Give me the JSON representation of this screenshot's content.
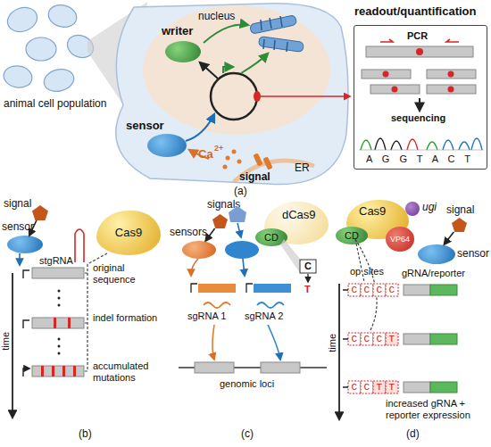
{
  "diagram": {
    "nodes": [
      {
        "text": [
          "nucleus"
        ]
      },
      {
        "text": [
          "writer"
        ],
        "in": 0
      },
      {
        "text": [
          "sensor"
        ]
      },
      {
        "text": [
          "readout/quantification"
        ]
      },
      {
        "text": [
          "signal"
        ]
      },
      {
        "text": [
          "sensor"
        ]
      },
      {
        "text": [
          "Cas9"
        ]
      },
      {
        "text": [
          "signals"
        ]
      },
      {
        "text": [
          "sensors"
        ]
      },
      {
        "text": [
          "dCas9"
        ]
      },
      {
        "text": [
          "CD"
        ],
        "in": 9
      },
      {
        "text": [
          "Cas9"
        ]
      },
      {
        "text": [
          "CD"
        ],
        "in": 11
      },
      {
        "text": [
          "VP64"
        ],
        "in": 11
      },
      {
        "text": [
          "ugi"
        ],
        "in": 11
      },
      {
        "text": [
          "signal"
        ]
      },
      {
        "text": [
          "sensor"
        ]
      }
    ],
    "edges": [
      {
        "from": 4,
        "to": 5,
        "arrow": "to"
      },
      {
        "from": 7,
        "to": 8,
        "arrow": "to"
      },
      {
        "from": 15,
        "to": 16,
        "arrow": "to"
      }
    ],
    "labels": [
      "animal cell population",
      "signal",
      "Ca",
      "2+",
      "ER",
      "PCR",
      "sequencing",
      "A G G T A C T",
      "(a)",
      "stgRNA",
      "time",
      "original sequence",
      "indel formation",
      "accumulated mutations",
      "(b)",
      "C",
      "T",
      "sgRNA 1",
      "sgRNA 2",
      "genomic loci",
      "(c)",
      "op sites",
      "gRNA/reporter",
      "time",
      "C C C C",
      "C C C T",
      "C C T T",
      "increased gRNA + reporter expression",
      "(d)"
    ]
  }
}
